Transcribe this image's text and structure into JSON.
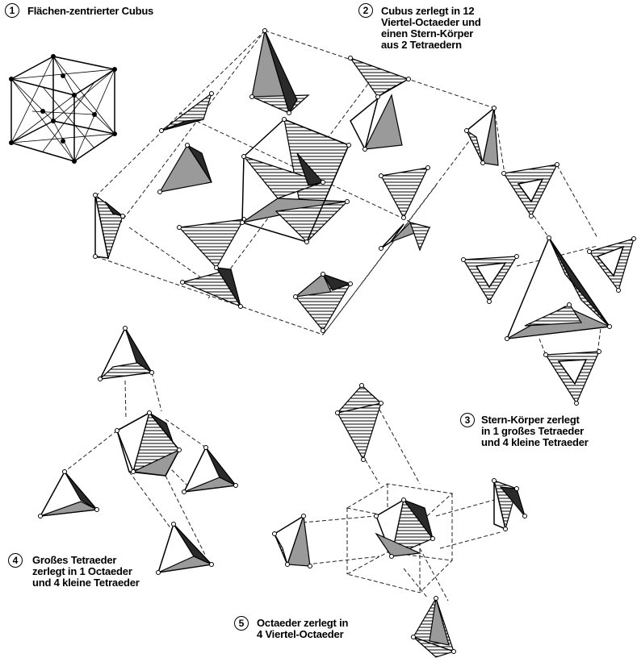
{
  "labels": [
    {
      "number": "1",
      "text": "Flächen-zentrierter Cubus"
    },
    {
      "number": "2",
      "text": "Cubus zerlegt in 12\nViertel-Octaeder und\neinen Stern-Körper\naus 2 Tetraedern"
    },
    {
      "number": "3",
      "text": "Stern-Körper zerlegt\nin 1 großes Tetraeder\nund 4 kleine Tetraeder"
    },
    {
      "number": "4",
      "text": "Großes Tetraeder\nzerlegt in 1 Octaeder\nund 4 kleine Tetraeder"
    },
    {
      "number": "5",
      "text": "Octaeder zerlegt in\n4 Viertel-Octaeder"
    }
  ]
}
